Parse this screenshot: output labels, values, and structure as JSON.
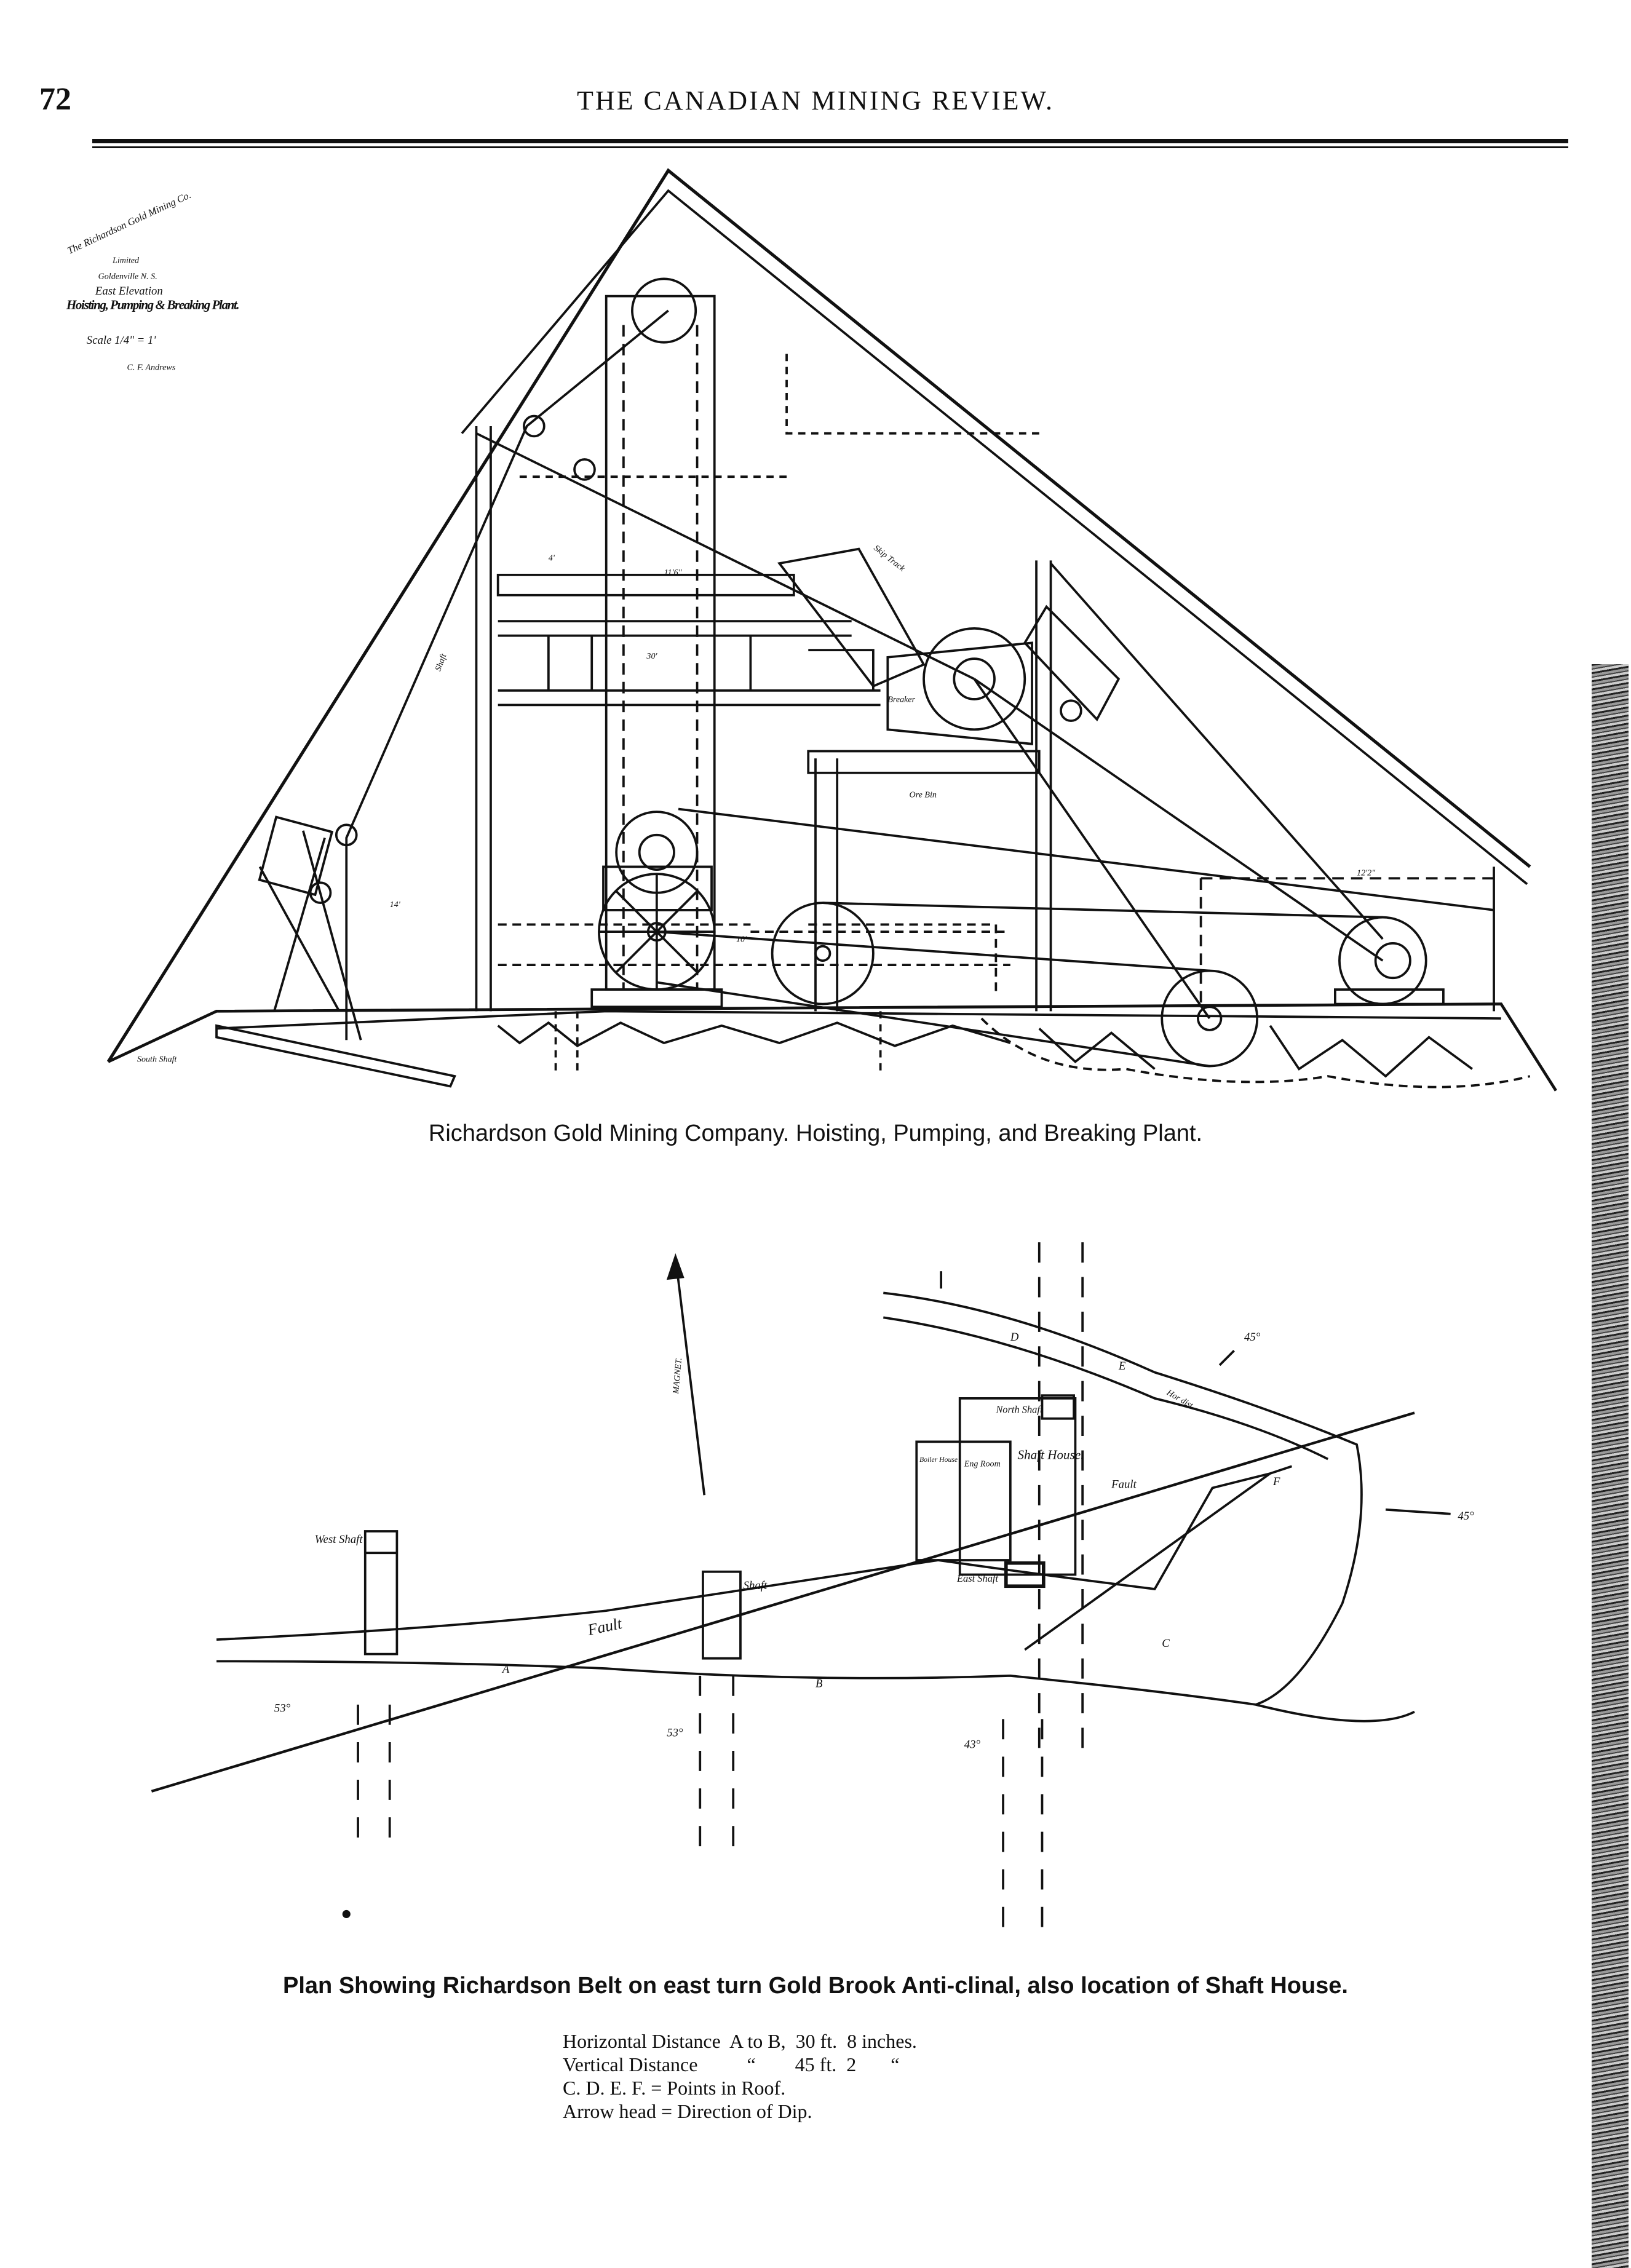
{
  "header": {
    "page_number": "72",
    "running_title": "THE CANADIAN MINING REVIEW."
  },
  "figure1": {
    "title_block": [
      "The Richardson Gold Mining Co.",
      "Limited",
      "Goldenville N. S.",
      "East Elevation",
      "Hoisting, Pumping & Breaking Plant.",
      "Scale 1/4\" = 1'",
      "C. F. Andrews"
    ],
    "labels": {
      "south_shaft": "South Shaft",
      "breaker": "Breaker",
      "ore_bin": "Ore Bin",
      "dim_116": "11'6\"",
      "dim_30": "30'",
      "dim_4": "4'",
      "dim_122": "12'2\"",
      "dim_10": "10'",
      "dim_14": "14'",
      "skip_track": "Skip Track",
      "shaft": "Shaft"
    },
    "caption": "Richardson Gold Mining Company.  Hoisting, Pumping, and Breaking Plant."
  },
  "figure2": {
    "labels": {
      "west_shaft": "West Shaft",
      "north_shaft": "North Shaft",
      "east_shaft": "East Shaft",
      "shaft_house": "Shaft House.",
      "eng_room": "Eng Room",
      "boiler_house": "Boiler House",
      "fault": "Fault",
      "fault2": "Fault",
      "middle_shaft": "Shaft",
      "north_arrow": "MAGNET.",
      "hor_dist": "Hor dist",
      "dip_west": "53°",
      "dip_middle": "53°",
      "dip_east": "43°",
      "dip_ne": "45°",
      "dip_far_east": "45°",
      "point_a": "A",
      "point_b": "B",
      "point_c": "C",
      "point_d": "D",
      "point_e": "E",
      "point_f": "F"
    },
    "caption": "Plan Showing Richardson Belt on east turn Gold Brook Anti-clinal, also location of Shaft House.",
    "notes": [
      "Horizontal Distance  A to B,  30 ft.  8 inches.",
      "Vertical Distance          “        45 ft.  2       “",
      "C. D. E. F. = Points in Roof.",
      "Arrow head = Direction of Dip."
    ]
  }
}
